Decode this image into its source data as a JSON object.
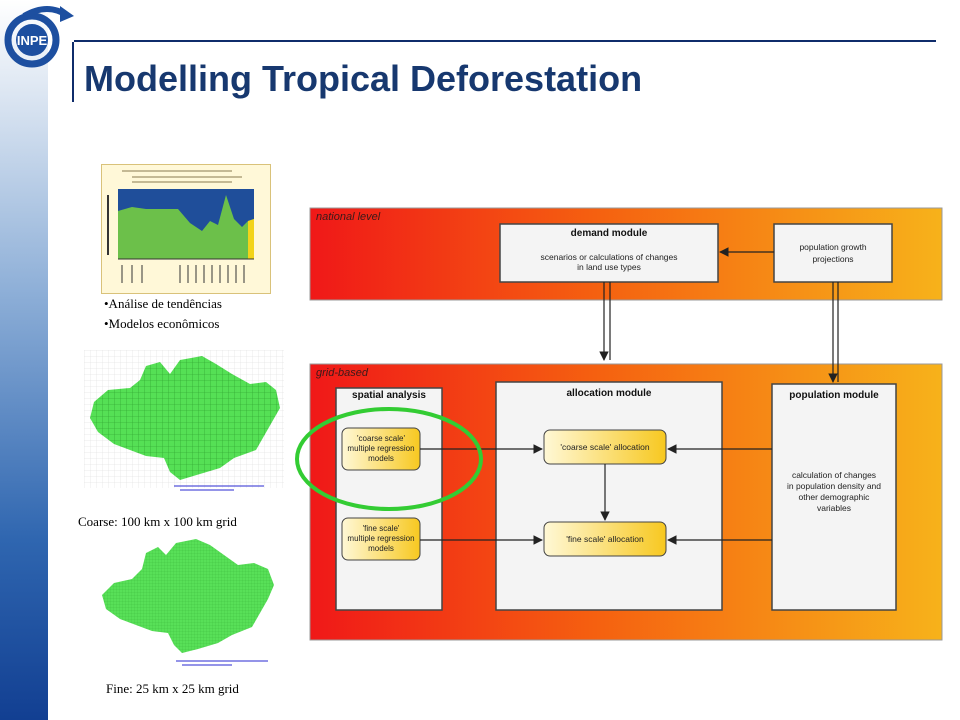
{
  "title": "Modelling Tropical Deforestation",
  "logo": {
    "text": "INPE"
  },
  "left_panel": {
    "bullets": [
      "•Análise de tendências",
      "•Modelos econômicos"
    ],
    "coarse_caption": "Coarse: 100 km x 100 km grid",
    "fine_caption": "Fine: 25 km x 25 km grid"
  },
  "diagram": {
    "national_label": "national level",
    "grid_label": "grid-based",
    "demand_title": "demand module",
    "demand_text_1": "scenarios or calculations of changes",
    "demand_text_2": "in land use types",
    "popgrowth_1": "population growth",
    "popgrowth_2": "projections",
    "spatial_title": "spatial analysis",
    "allocation_title": "allocation module",
    "population_title": "population module",
    "coarse_1": "'coarse scale'",
    "coarse_2": "multiple regression",
    "coarse_3": "models",
    "fine_1": "'fine scale'",
    "fine_2": "multiple regression",
    "fine_3": "models",
    "coarse_alloc": "'coarse scale' allocation",
    "fine_alloc": "'fine scale' allocation",
    "pop_text_1": "calculation of changes",
    "pop_text_2": "in population density and",
    "pop_text_3": "other demographic",
    "pop_text_4": "variables"
  },
  "colors": {
    "title": "#17386f",
    "highlight_ellipse": "#33cc33",
    "map_fill": "#55e055"
  },
  "icons": [
    "inpe-logo",
    "trend-chart-thumbnail",
    "coarse-grid-map",
    "fine-grid-map"
  ]
}
